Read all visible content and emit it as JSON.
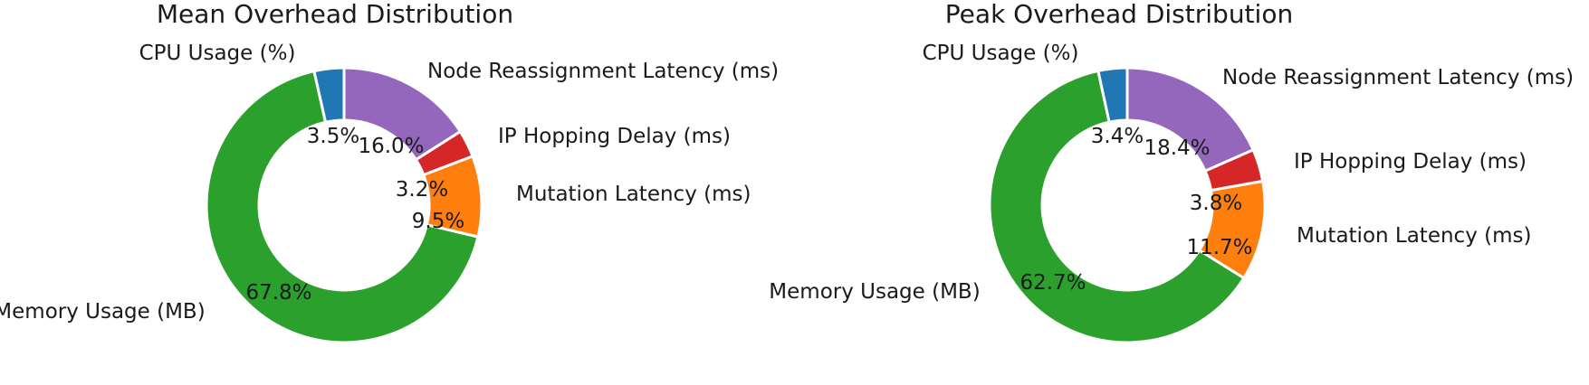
{
  "chart_data": [
    {
      "type": "pie",
      "title": "Mean Overhead Distribution",
      "slices": [
        {
          "label": "CPU Usage (%)",
          "value": 3.5,
          "pct_text": "3.5%",
          "color": "#1f77b4"
        },
        {
          "label": "Memory Usage (MB)",
          "value": 67.8,
          "pct_text": "67.8%",
          "color": "#2ca02c"
        },
        {
          "label": "Mutation Latency (ms)",
          "value": 9.5,
          "pct_text": "9.5%",
          "color": "#ff7f0e"
        },
        {
          "label": "IP Hopping Delay (ms)",
          "value": 3.2,
          "pct_text": "3.2%",
          "color": "#d62728"
        },
        {
          "label": "Node Reassignment Latency (ms)",
          "value": 16.0,
          "pct_text": "16.0%",
          "color": "#9467bd"
        }
      ],
      "start_angle_deg": 90,
      "direction": "counterclockwise",
      "donut": true
    },
    {
      "type": "pie",
      "title": "Peak Overhead Distribution",
      "slices": [
        {
          "label": "CPU Usage (%)",
          "value": 3.4,
          "pct_text": "3.4%",
          "color": "#1f77b4"
        },
        {
          "label": "Memory Usage (MB)",
          "value": 62.7,
          "pct_text": "62.7%",
          "color": "#2ca02c"
        },
        {
          "label": "Mutation Latency (ms)",
          "value": 11.7,
          "pct_text": "11.7%",
          "color": "#ff7f0e"
        },
        {
          "label": "IP Hopping Delay (ms)",
          "value": 3.8,
          "pct_text": "3.8%",
          "color": "#d62728"
        },
        {
          "label": "Node Reassignment Latency (ms)",
          "value": 18.4,
          "pct_text": "18.4%",
          "color": "#9467bd"
        }
      ],
      "start_angle_deg": 90,
      "direction": "counterclockwise",
      "donut": true
    }
  ]
}
